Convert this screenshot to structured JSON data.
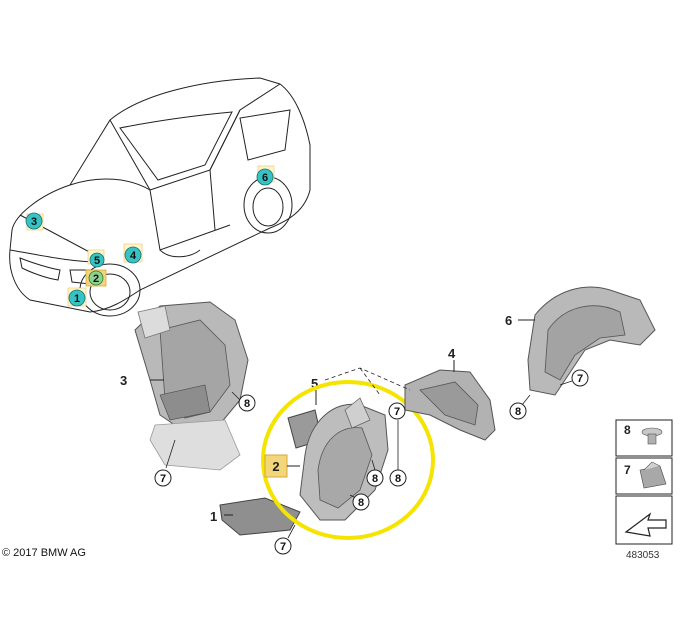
{
  "copyright": "© 2017 BMW AG",
  "diagram_code": "483053",
  "highlight_color": "#f4e400",
  "teal_color": "#37c3c3",
  "car_callouts": [
    "3",
    "6",
    "5",
    "2",
    "4",
    "1"
  ],
  "part_labels": [
    "1",
    "2",
    "3",
    "4",
    "5",
    "6"
  ],
  "circle_labels": [
    "7",
    "8"
  ],
  "legend": [
    "8",
    "7"
  ]
}
